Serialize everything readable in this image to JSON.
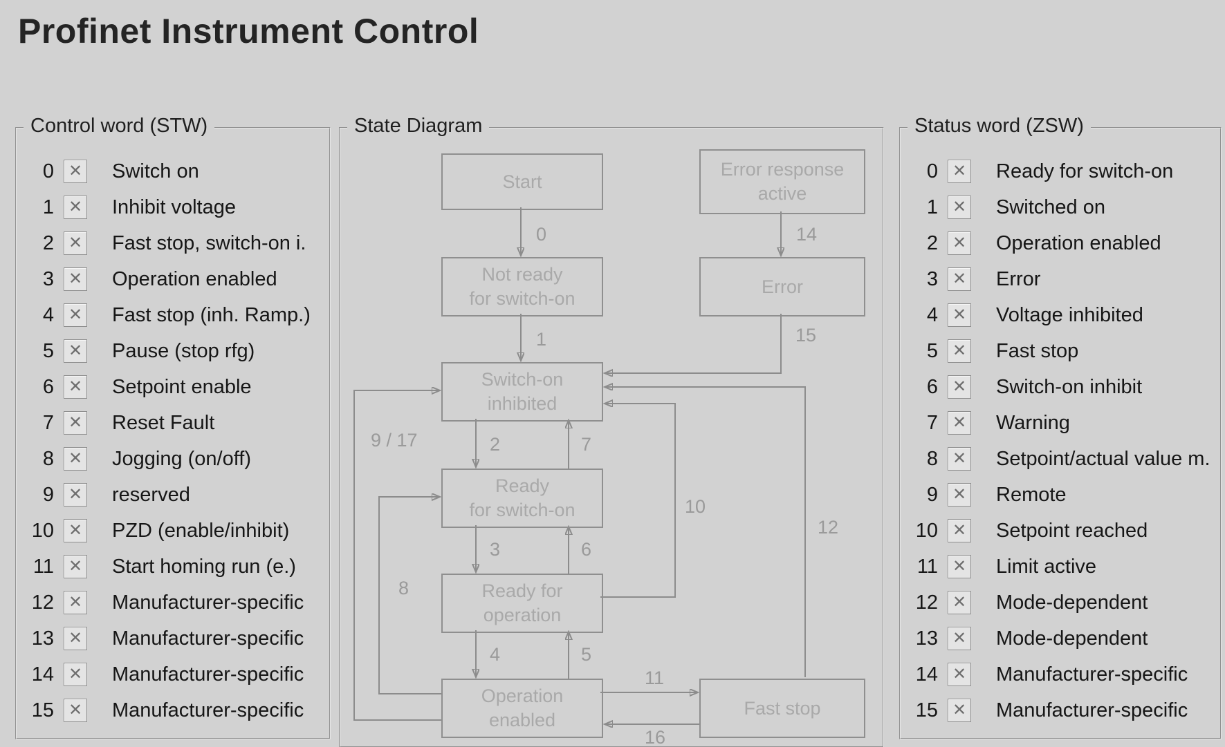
{
  "title": "Profinet Instrument Control",
  "x_glyph": "✕",
  "control_word": {
    "legend": "Control word (STW)",
    "rows": [
      {
        "bit": "0",
        "label": "Switch on"
      },
      {
        "bit": "1",
        "label": "Inhibit voltage"
      },
      {
        "bit": "2",
        "label": "Fast stop, switch-on i."
      },
      {
        "bit": "3",
        "label": "Operation enabled"
      },
      {
        "bit": "4",
        "label": "Fast stop (inh. Ramp.)"
      },
      {
        "bit": "5",
        "label": "Pause (stop rfg)"
      },
      {
        "bit": "6",
        "label": "Setpoint enable"
      },
      {
        "bit": "7",
        "label": "Reset Fault"
      },
      {
        "bit": "8",
        "label": "Jogging (on/off)"
      },
      {
        "bit": "9",
        "label": "reserved"
      },
      {
        "bit": "10",
        "label": "PZD (enable/inhibit)"
      },
      {
        "bit": "11",
        "label": "Start homing run (e.)"
      },
      {
        "bit": "12",
        "label": "Manufacturer-specific"
      },
      {
        "bit": "13",
        "label": "Manufacturer-specific"
      },
      {
        "bit": "14",
        "label": "Manufacturer-specific"
      },
      {
        "bit": "15",
        "label": "Manufacturer-specific"
      }
    ]
  },
  "status_word": {
    "legend": "Status word (ZSW)",
    "rows": [
      {
        "bit": "0",
        "label": "Ready for switch-on"
      },
      {
        "bit": "1",
        "label": "Switched on"
      },
      {
        "bit": "2",
        "label": "Operation enabled"
      },
      {
        "bit": "3",
        "label": "Error"
      },
      {
        "bit": "4",
        "label": "Voltage inhibited"
      },
      {
        "bit": "5",
        "label": "Fast stop"
      },
      {
        "bit": "6",
        "label": "Switch-on inhibit"
      },
      {
        "bit": "7",
        "label": "Warning"
      },
      {
        "bit": "8",
        "label": "Setpoint/actual value m."
      },
      {
        "bit": "9",
        "label": "Remote"
      },
      {
        "bit": "10",
        "label": "Setpoint reached"
      },
      {
        "bit": "11",
        "label": "Limit active"
      },
      {
        "bit": "12",
        "label": "Mode-dependent"
      },
      {
        "bit": "13",
        "label": "Mode-dependent"
      },
      {
        "bit": "14",
        "label": "Manufacturer-specific"
      },
      {
        "bit": "15",
        "label": "Manufacturer-specific"
      }
    ]
  },
  "state_diagram": {
    "legend": "State Diagram",
    "states": {
      "start": [
        "Start"
      ],
      "error_response": [
        "Error response",
        "active"
      ],
      "not_ready": [
        "Not ready",
        "for switch-on"
      ],
      "error": [
        "Error"
      ],
      "switch_on_inhibited": [
        "Switch-on",
        "inhibited"
      ],
      "ready_for_switch_on": [
        "Ready",
        "for switch-on"
      ],
      "ready_for_operation": [
        "Ready for",
        "operation"
      ],
      "operation_enabled": [
        "Operation",
        "enabled"
      ],
      "fast_stop": [
        "Fast stop"
      ]
    },
    "transitions": {
      "t0": "0",
      "t1": "1",
      "t2": "2",
      "t3": "3",
      "t4": "4",
      "t5": "5",
      "t6": "6",
      "t7": "7",
      "t8": "8",
      "t9_17": "9 / 17",
      "t10": "10",
      "t11": "11",
      "t12": "12",
      "t14": "14",
      "t15": "15",
      "t16": "16"
    }
  }
}
